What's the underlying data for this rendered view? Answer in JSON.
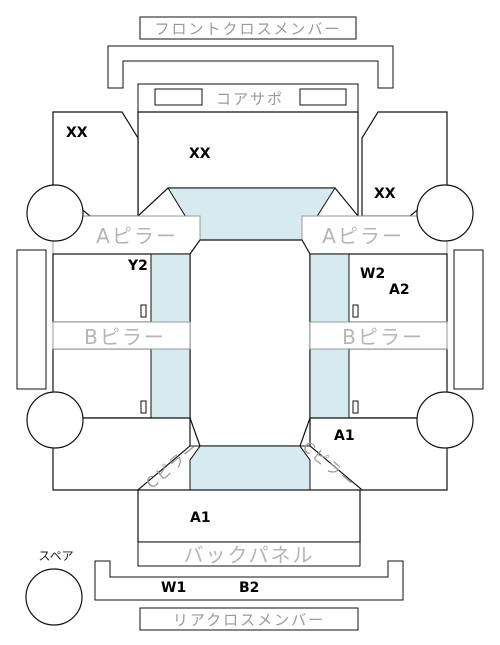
{
  "labels": {
    "front_cross_member": "フロントクロスメンバー",
    "core_support": "コアサポ",
    "a_pillar_left": "Aピラー",
    "a_pillar_right": "Aピラー",
    "b_pillar_left": "Bピラー",
    "b_pillar_right": "Bピラー",
    "back_panel": "バックパネル",
    "rear_cross_member": "リアクロスメンバー",
    "spare": "スペア",
    "c_pillar_left": "Cピラー",
    "c_pillar_right": "Cピラー"
  },
  "codes": {
    "front_left": "XX",
    "front_center": "XX",
    "front_right": "XX",
    "left_front_door": "Y2",
    "right_front_door_1": "W2",
    "right_front_door_2": "A2",
    "right_rear_quarter": "A1",
    "trunk": "A1",
    "rear_member_1": "W1",
    "rear_member_2": "B2"
  },
  "colors": {
    "glass": "#d6eaf0",
    "outline": "#111111",
    "label_grey": "#9a9a9a"
  }
}
